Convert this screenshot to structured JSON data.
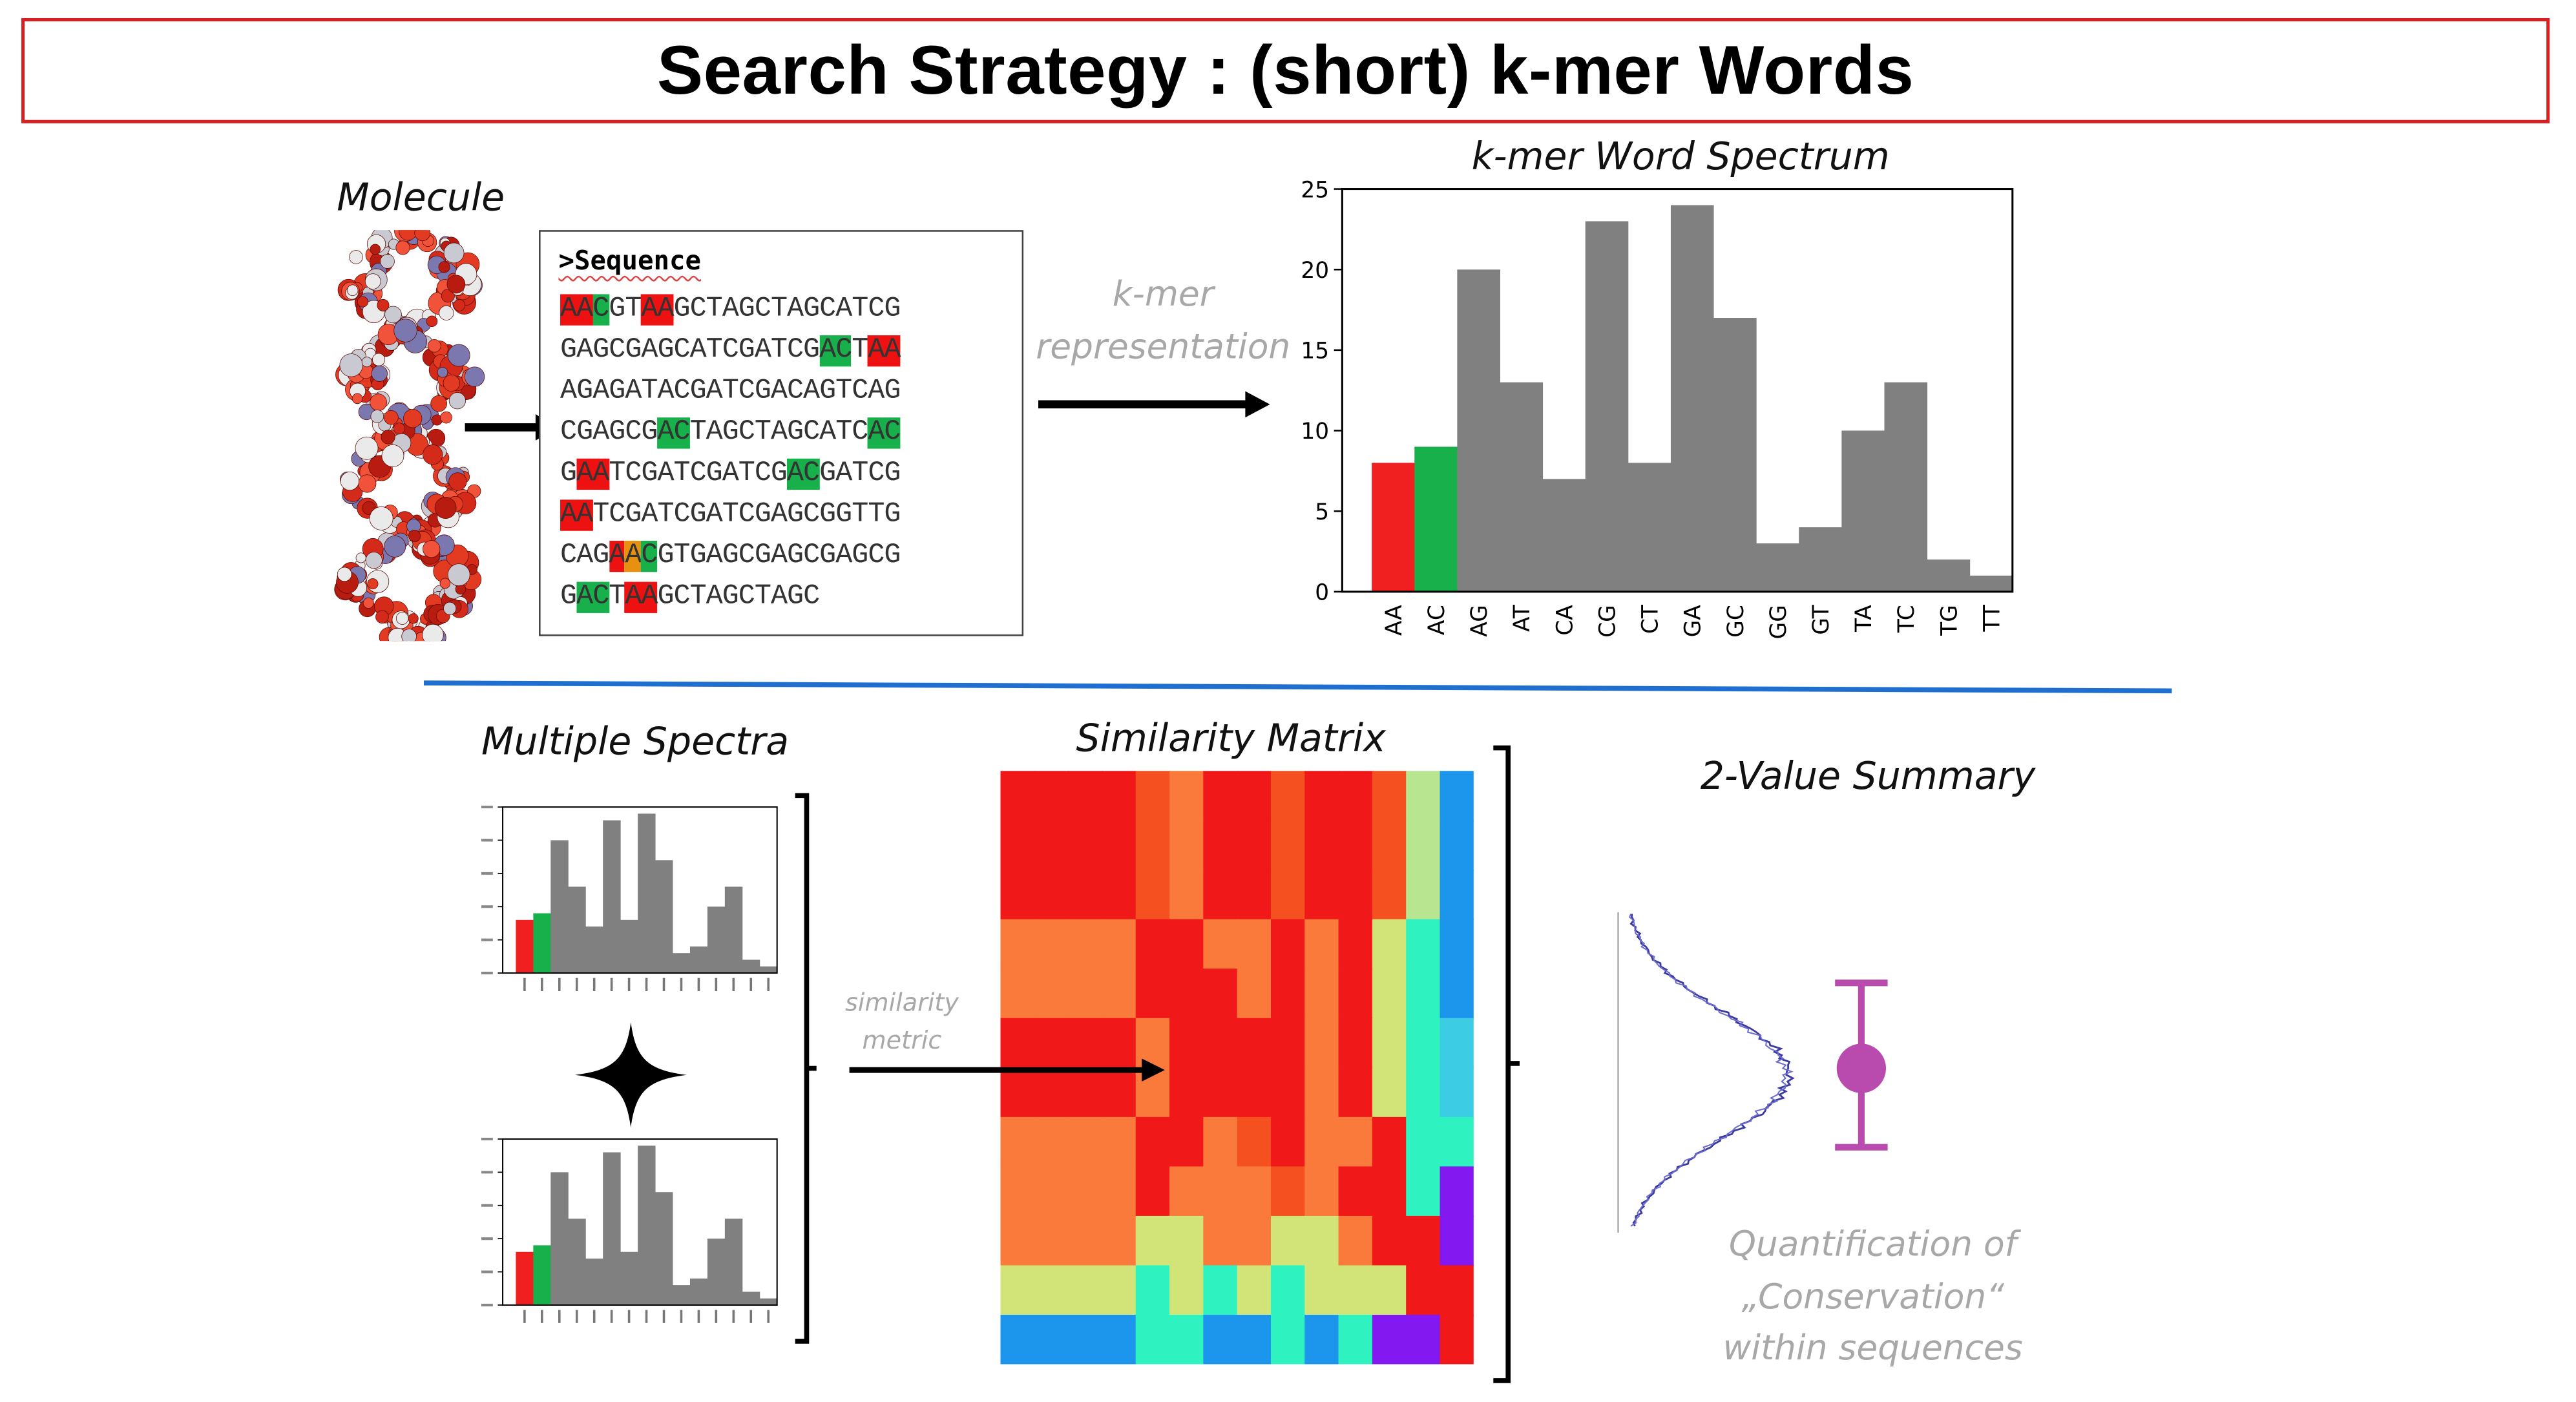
{
  "title": "Search Strategy : (short) k-mer Words",
  "labels": {
    "molecule": "Molecule",
    "kmer_representation_1": "k-mer",
    "kmer_representation_2": "representation",
    "multiple_spectra": "Multiple Spectra",
    "similarity_matrix": "Similarity Matrix",
    "similarity_metric_1": "similarity",
    "similarity_metric_2": "metric",
    "two_value_summary": "2-Value Summary",
    "quantification_1": "Quantification of",
    "quantification_2": "„Conservation“",
    "quantification_3": "within sequences"
  },
  "sequence": {
    "header": ">Sequence",
    "lines": [
      [
        [
          "AA",
          "r"
        ],
        [
          "C",
          "g"
        ],
        [
          "GT",
          ""
        ],
        [
          "AA",
          "r"
        ],
        [
          "GCTAGCTAGCATCG",
          ""
        ]
      ],
      [
        [
          "GAGCGAGCATCGATCG",
          ""
        ],
        [
          "AC",
          "g"
        ],
        [
          "T",
          ""
        ],
        [
          "AA",
          "r"
        ]
      ],
      [
        [
          "AGAGATACGATCGACAGTCAG",
          ""
        ]
      ],
      [
        [
          "CGAGCG",
          ""
        ],
        [
          "AC",
          "g"
        ],
        [
          "TAGCTAGCATC",
          ""
        ],
        [
          "AC",
          "g"
        ]
      ],
      [
        [
          "G",
          ""
        ],
        [
          "AA",
          "r"
        ],
        [
          "TCGATCGATCG",
          ""
        ],
        [
          "AC",
          "g"
        ],
        [
          "GATCG",
          ""
        ]
      ],
      [
        [
          "AA",
          "r"
        ],
        [
          "TCGATCGATCGAGCGGTTG",
          ""
        ]
      ],
      [
        [
          "CAG",
          ""
        ],
        [
          "A",
          "r"
        ],
        [
          "A",
          "o"
        ],
        [
          "C",
          "g"
        ],
        [
          "GTGAGCGAGCGAGCG",
          ""
        ]
      ],
      [
        [
          "G",
          ""
        ],
        [
          "AC",
          "g"
        ],
        [
          "T",
          ""
        ],
        [
          "AA",
          "r"
        ],
        [
          "GCTAGCTAGC",
          ""
        ]
      ]
    ]
  },
  "chart_data": {
    "type": "bar",
    "title": "k-mer Word Spectrum",
    "categories": [
      "AA",
      "AC",
      "AG",
      "AT",
      "CA",
      "CG",
      "CT",
      "GA",
      "GC",
      "GG",
      "GT",
      "TA",
      "TC",
      "TG",
      "TT"
    ],
    "values": [
      8,
      9,
      20,
      13,
      7,
      23,
      8,
      24,
      17,
      3,
      4,
      10,
      13,
      2,
      1
    ],
    "ylim": [
      0,
      25
    ],
    "yticks": [
      0,
      5,
      10,
      15,
      20,
      25
    ],
    "colors": {
      "AA": "#f02020",
      "AC": "#18b04a",
      "default": "#808080"
    },
    "grid": false
  },
  "similarity_matrix": {
    "rows": [
      "RRRROoRRORROgb",
      "RRRROoRRORROgb",
      "RRRROoRRORROgb",
      "ooooRRooRoRycb",
      "ooooRRRoRoRycb",
      "RRRRoRRRRoRyct",
      "RRRRoRRRRoRyct",
      "ooooRRoORooRcc",
      "ooooRoooOoRRcp",
      "ooooyyooyyoRRp",
      "yyyycycycyyyRR",
      "bbbbccbbcbcppR"
    ],
    "palette": {
      "R": "#f01818",
      "O": "#f45020",
      "o": "#f97a3a",
      "y": "#d2e478",
      "g": "#b8e690",
      "c": "#2ef2c0",
      "t": "#3ccce4",
      "b": "#1c96ec",
      "p": "#8418f0"
    }
  },
  "colors": {
    "title_border": "#d92020",
    "divider": "#1f6fd0",
    "summary_marker": "#b94aae",
    "density_line": "#3a3aa0"
  }
}
